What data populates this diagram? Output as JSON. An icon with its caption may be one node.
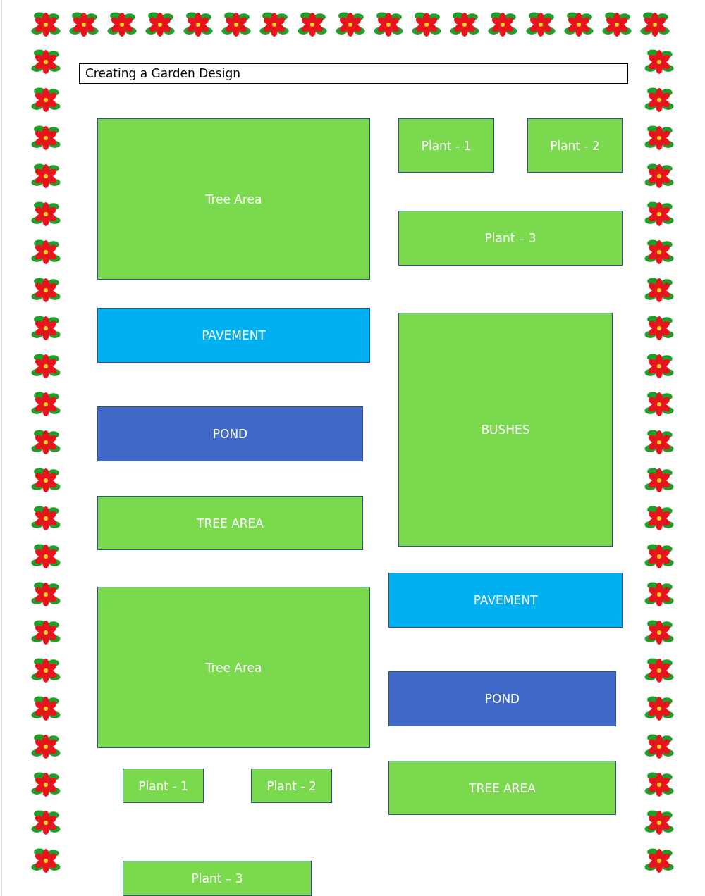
{
  "diagram": {
    "title": "Creating a Garden Design",
    "nodes": [
      {
        "text": [
          "Tree Area"
        ]
      },
      {
        "text": [
          "Plant - 1"
        ]
      },
      {
        "text": [
          "Plant - 2"
        ]
      },
      {
        "text": [
          "Plant – 3"
        ]
      },
      {
        "text": [
          "PAVEMENT"
        ]
      },
      {
        "text": [
          "BUSHES"
        ]
      },
      {
        "text": [
          "POND"
        ]
      },
      {
        "text": [
          "TREE AREA"
        ]
      },
      {
        "text": [
          "PAVEMENT"
        ]
      },
      {
        "text": [
          "Tree Area"
        ]
      },
      {
        "text": [
          "POND"
        ]
      },
      {
        "text": [
          "Plant - 1"
        ]
      },
      {
        "text": [
          "Plant - 2"
        ]
      },
      {
        "text": [
          "TREE AREA"
        ]
      },
      {
        "text": [
          "Plant – 3"
        ]
      }
    ]
  }
}
